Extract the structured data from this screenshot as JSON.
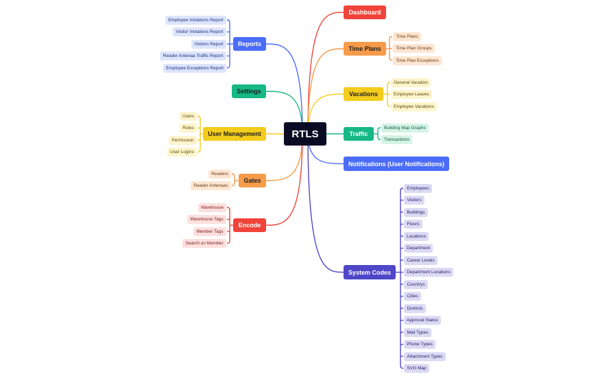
{
  "center": "RTLS",
  "branches": [
    {
      "id": "dashboard",
      "label": "Dashboard",
      "color": "#f0443a",
      "text": "light",
      "leaf_bg": "#fde0de",
      "leaf_color": "#7a1a14",
      "leaves": []
    },
    {
      "id": "time-plans",
      "label": "Time Plans",
      "color": "#f59b4a",
      "text": "dark",
      "leaf_bg": "#fde6d2",
      "leaf_color": "#6b3a10",
      "leaves": [
        "Time Plans",
        "Time Plan Groups",
        "Time Plan Exceptions"
      ]
    },
    {
      "id": "vacations",
      "label": "Vacations",
      "color": "#f3cc1c",
      "text": "dark",
      "leaf_bg": "#fdf4cc",
      "leaf_color": "#5a4a05",
      "leaves": [
        "General Vacation",
        "Employee Leaves",
        "Employee Vacations"
      ]
    },
    {
      "id": "traffic",
      "label": "Traffic",
      "color": "#16b884",
      "text": "light",
      "leaf_bg": "#d4f3e7",
      "leaf_color": "#0d5a40",
      "leaves": [
        "Building Map Graphs",
        "Transactions"
      ]
    },
    {
      "id": "notifications",
      "label": "Notifications (User Notifications)",
      "color": "#4a6cf7",
      "text": "light",
      "leaf_bg": "#dde4fd",
      "leaf_color": "#1b2f7a",
      "leaves": []
    },
    {
      "id": "system-codes",
      "label": "System Codes",
      "color": "#4f46c8",
      "text": "light",
      "leaf_bg": "#dcdaf3",
      "leaf_color": "#262070",
      "leaves": [
        "Employees",
        "Visitors",
        "Buildings",
        "Floors",
        "Locations",
        "Department",
        "Career Levels",
        "Department Locations",
        "Countrys",
        "Cities",
        "Districts",
        "Approval Status",
        "Mail Types",
        "Phone Types",
        "Attachment Types",
        "SVG Map"
      ]
    },
    {
      "id": "reports",
      "label": "Reports",
      "color": "#4a6cf7",
      "text": "light",
      "leaf_bg": "#dde4fd",
      "leaf_color": "#1b2f7a",
      "leaves": [
        "Employee Violations Report",
        "Visitor Violations Report",
        "Visitors Report",
        "Reader Antenaa Traffic Report",
        "Employee Exceptions Report"
      ]
    },
    {
      "id": "settings",
      "label": "Settings",
      "color": "#16b884",
      "text": "dark",
      "leaf_bg": "#d4f3e7",
      "leaf_color": "#0d5a40",
      "leaves": []
    },
    {
      "id": "user-management",
      "label": "User Management",
      "color": "#f3cc1c",
      "text": "dark",
      "leaf_bg": "#fdf4cc",
      "leaf_color": "#5a4a05",
      "leaves": [
        "Users",
        "Roles",
        "Permission",
        "User Logins"
      ]
    },
    {
      "id": "gates",
      "label": "Gates",
      "color": "#f59b4a",
      "text": "dark",
      "leaf_bg": "#fde6d2",
      "leaf_color": "#6b3a10",
      "leaves": [
        "Readers",
        "Reader Antenaas"
      ]
    },
    {
      "id": "encode",
      "label": "Encode",
      "color": "#f0443a",
      "text": "light",
      "leaf_bg": "#fde0de",
      "leaf_color": "#7a1a14",
      "leaves": [
        "Warehouse",
        "Warehouse Tags",
        "Member Tags",
        "Search on Member"
      ]
    }
  ]
}
